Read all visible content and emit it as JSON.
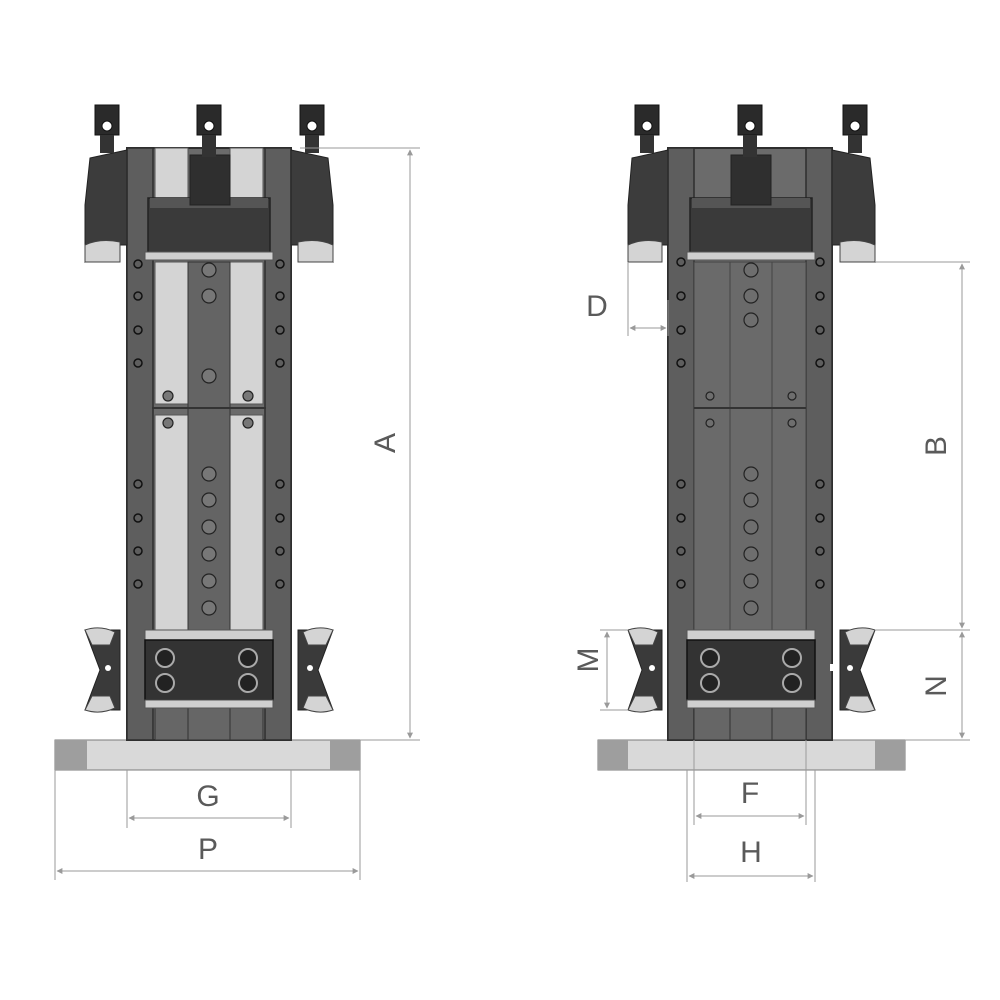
{
  "labels": {
    "A": "A",
    "B": "B",
    "D": "D",
    "F": "F",
    "G": "G",
    "H": "H",
    "M": "M",
    "N": "N",
    "P": "P"
  },
  "colors": {
    "dark": "#3a3a3a",
    "mid": "#5a5a5a",
    "column": "#6b6b6b",
    "light": "#d4d4d4",
    "base": "#d9d9d9",
    "baseEnd": "#9e9e9e",
    "dimension": "#9a9a9a"
  }
}
